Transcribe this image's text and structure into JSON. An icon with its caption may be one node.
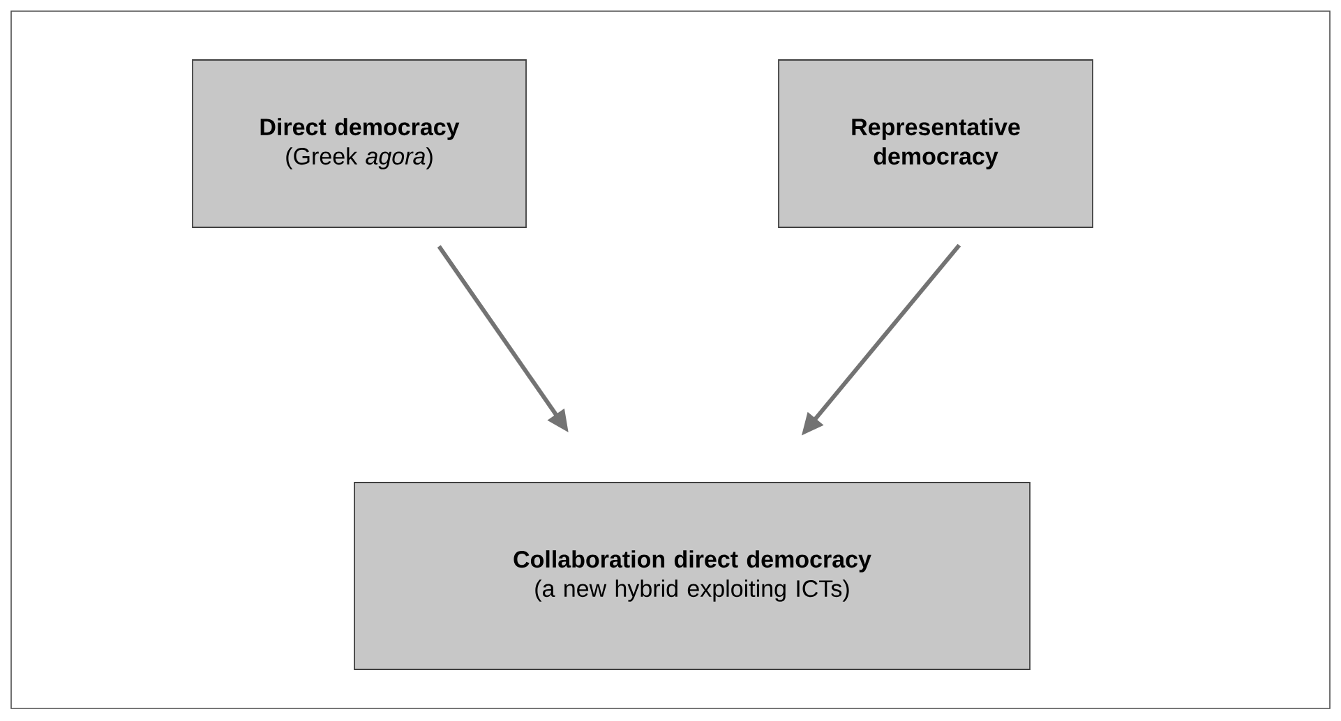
{
  "diagram": {
    "nodes": [
      {
        "text": [
          "Direct democracy",
          "(Greek *agora*)"
        ]
      },
      {
        "text": [
          "Representative democracy"
        ]
      },
      {
        "text": [
          "Collaboration direct democracy",
          "(a new hybrid exploiting ICTs)"
        ]
      }
    ],
    "edges": [
      {
        "from": 0,
        "to": 2,
        "arrow": "to"
      },
      {
        "from": 1,
        "to": 2,
        "arrow": "to"
      }
    ]
  }
}
